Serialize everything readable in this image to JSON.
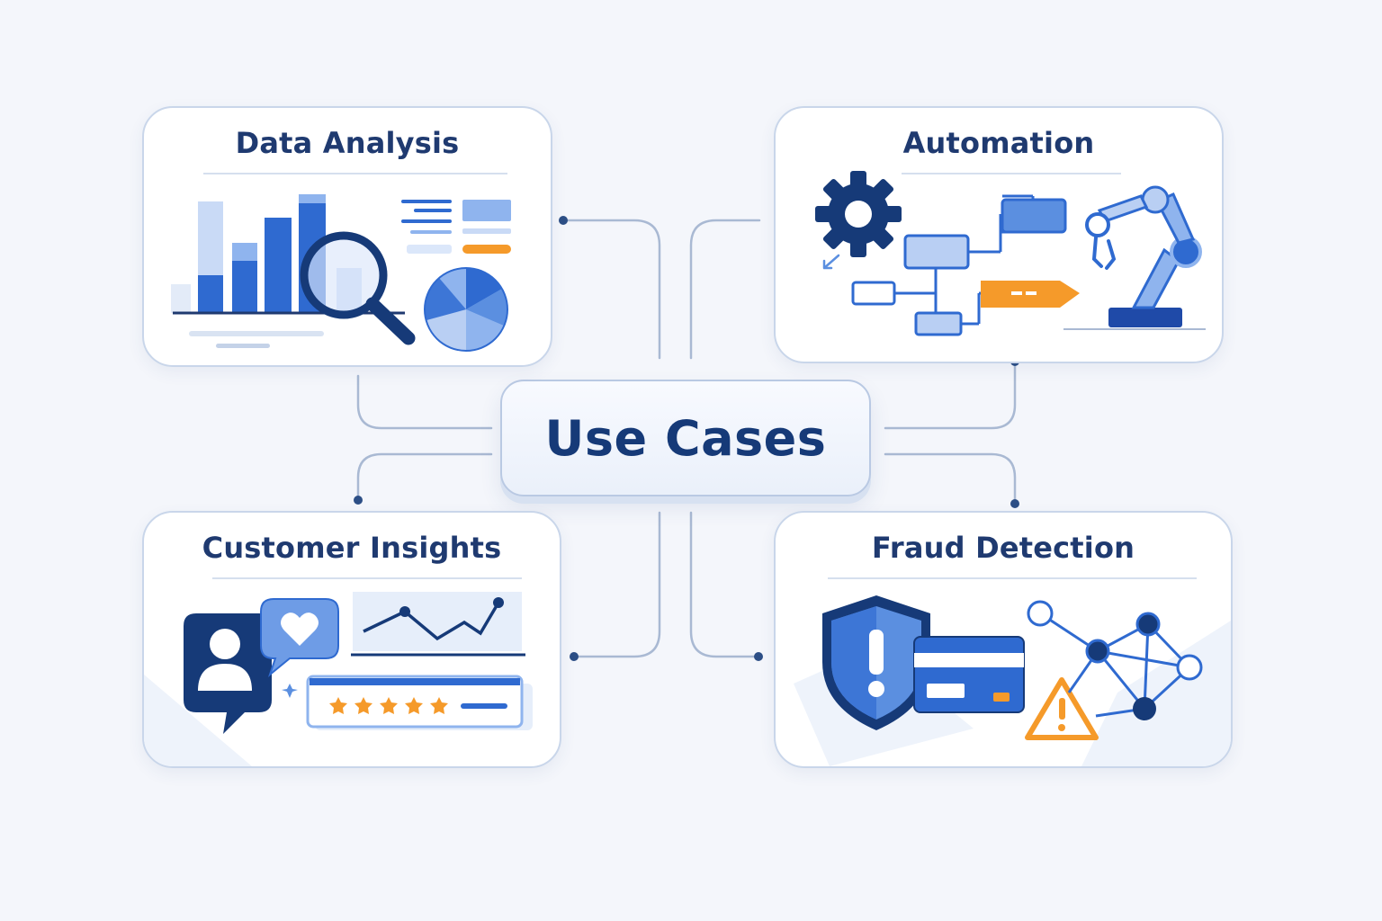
{
  "center": {
    "title": "Use Cases"
  },
  "cards": {
    "data_analysis": {
      "title": "Data Analysis"
    },
    "automation": {
      "title": "Automation"
    },
    "customer_insights": {
      "title": "Customer Insights"
    },
    "fraud_detection": {
      "title": "Fraud Detection"
    }
  },
  "colors": {
    "navy": "#163a78",
    "blue": "#2f6ad0",
    "light_blue": "#8fb4ee",
    "pale_blue": "#dbe7fa",
    "orange": "#f59a2a",
    "line": "#a9b9d3",
    "dot": "#2d4f86"
  }
}
